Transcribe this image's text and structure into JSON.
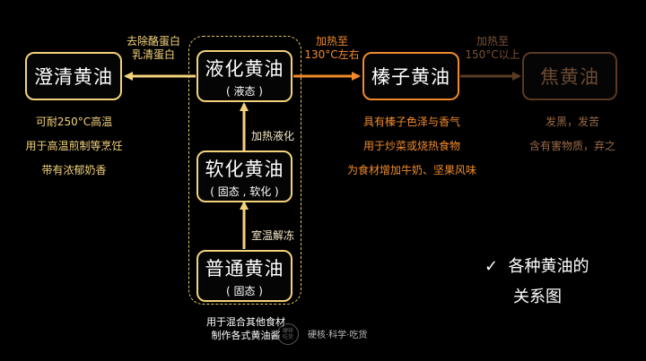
{
  "colors": {
    "butter": "#f3d27a",
    "orange": "#f08a2a",
    "dark_brown": "#5a3a22",
    "background": "#000000"
  },
  "nodes": {
    "clarified": {
      "main": "澄清黄油"
    },
    "liquid": {
      "main": "液化黄油",
      "sub": "( 液态 )"
    },
    "softened": {
      "main": "软化黄油",
      "sub": "( 固态 , 软化 )"
    },
    "regular": {
      "main": "普通黄油",
      "sub": "( 固态 )"
    },
    "hazelnut": {
      "main": "榛子黄油"
    },
    "burnt": {
      "main": "焦黄油"
    }
  },
  "edges": {
    "to_clarified": {
      "line1": "去除酪蛋白",
      "line2": "乳清蛋白"
    },
    "to_hazelnut": {
      "line1": "加热至",
      "line2": "130°C左右"
    },
    "to_burnt": {
      "line1": "加热至",
      "line2": "150°C以上"
    },
    "soft_to_liquid": "加热液化",
    "regular_to_soft": "室温解冻"
  },
  "descriptions": {
    "clarified": [
      "可耐250°C高温",
      "用于高温煎制等烹饪",
      "带有浓郁奶香"
    ],
    "hazelnut": [
      "具有榛子色泽与香气",
      "用于炒菜或烧热食物",
      "为食材增加牛奶、坚果风味"
    ],
    "burnt": [
      "发黑，发苦",
      "含有害物质，弃之"
    ],
    "group": [
      "用于混合其他食材",
      "制作各式黄油酱"
    ]
  },
  "title": {
    "check": "✓",
    "line1": "各种黄油的",
    "line2": "关系图"
  },
  "watermark": {
    "logo": "硬核\n吃货",
    "text": "硬核·科学·吃货"
  }
}
